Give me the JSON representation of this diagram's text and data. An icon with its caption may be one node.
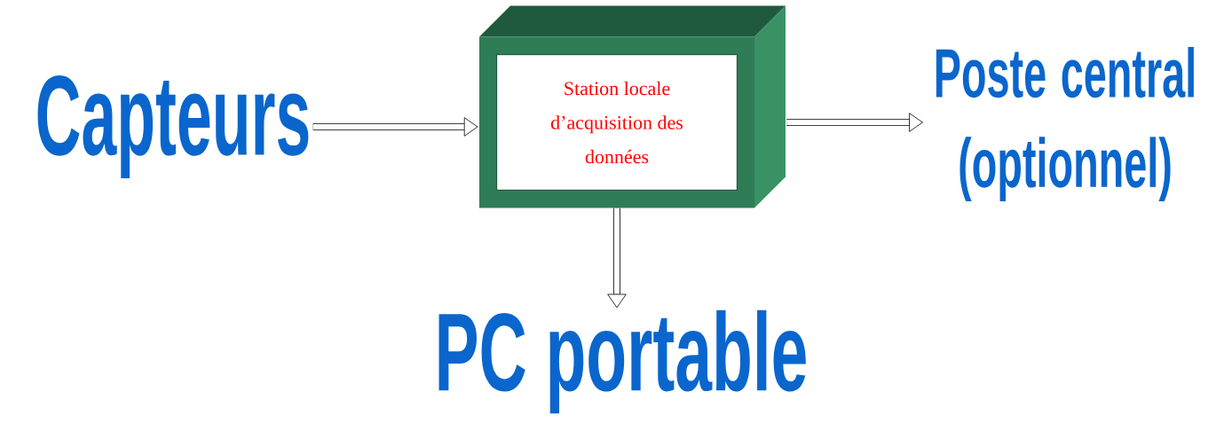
{
  "diagram": {
    "nodes": [
      {
        "text": [
          "Capteurs"
        ]
      },
      {
        "text": [
          "Station locale d’acquisition des données"
        ]
      },
      {
        "text": [
          "Poste central (optionnel)"
        ]
      },
      {
        "text": [
          "PC portable"
        ]
      }
    ],
    "edges": [
      {
        "from": 0,
        "to": 1,
        "arrow": "to"
      },
      {
        "from": 1,
        "to": 2,
        "arrow": "to"
      },
      {
        "from": 1,
        "to": 3,
        "arrow": "to"
      }
    ]
  }
}
